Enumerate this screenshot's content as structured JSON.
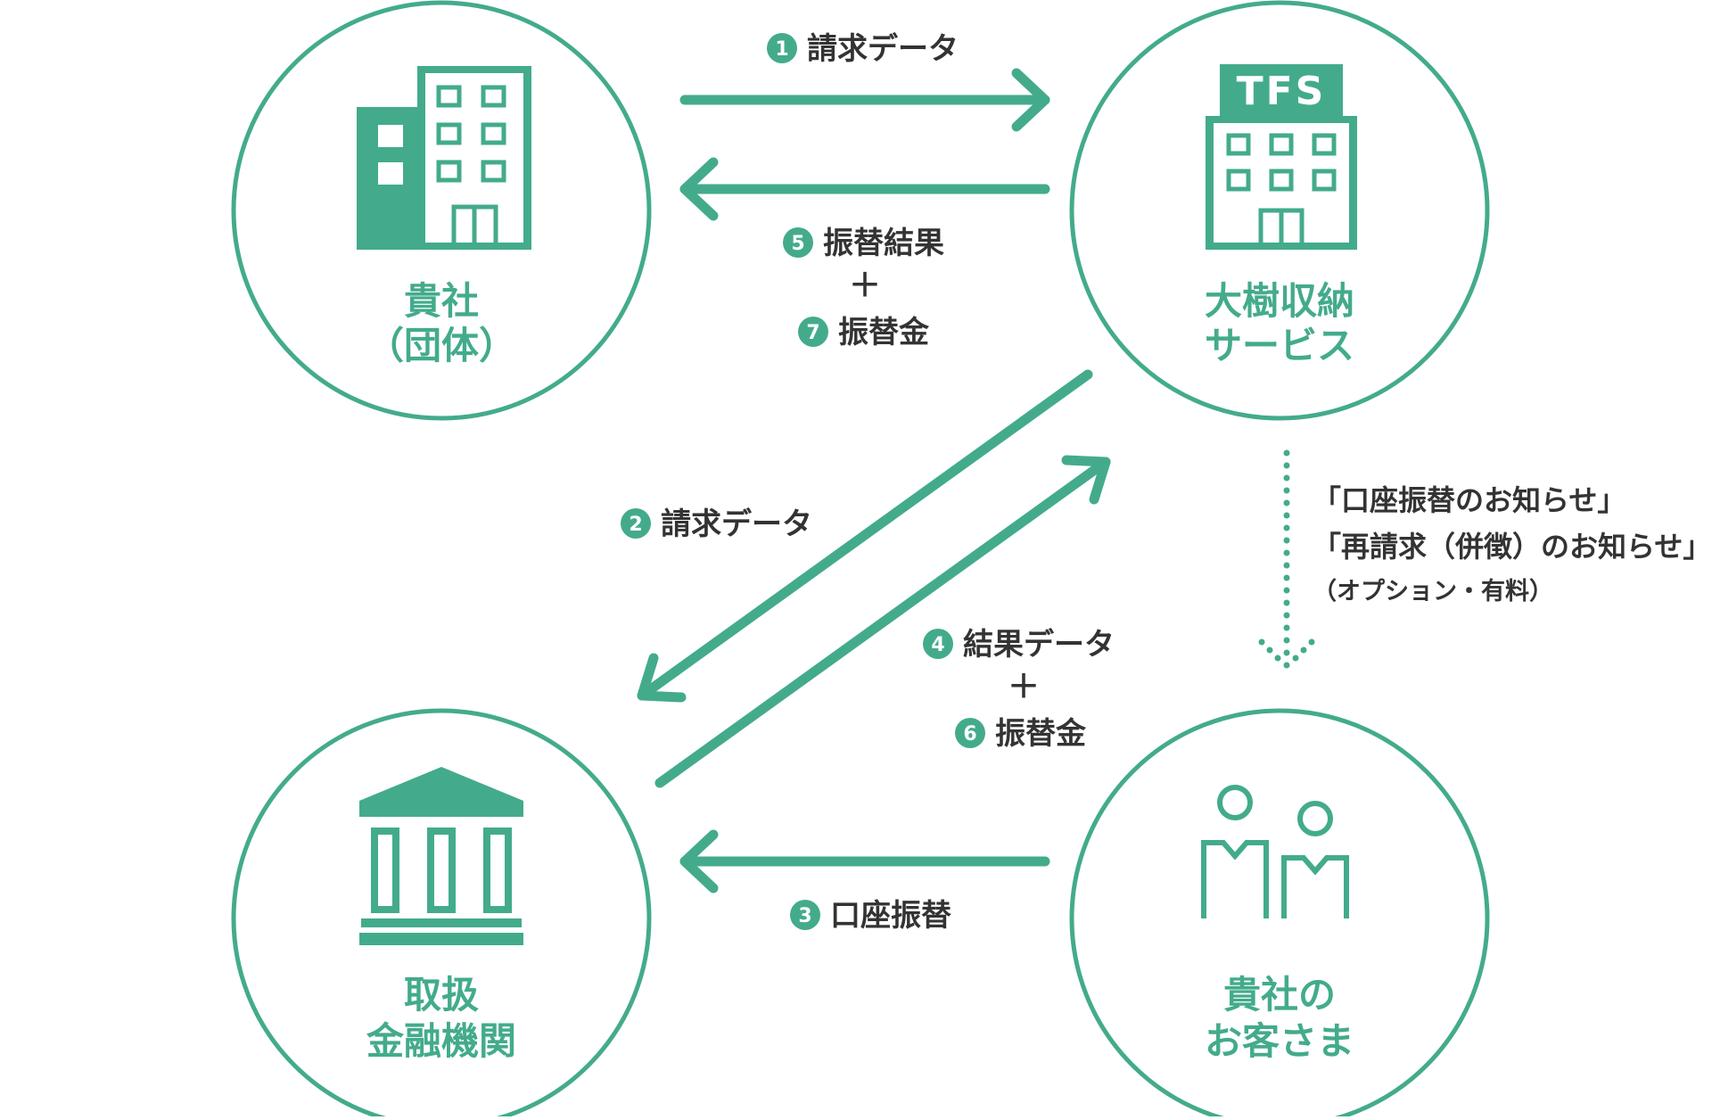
{
  "colors": {
    "accent": "#43ab8c",
    "text": "#333333",
    "background": "#ffffff"
  },
  "nodes": {
    "company": {
      "line1": "貴社",
      "line2": "（団体）",
      "icon": "office-building-icon"
    },
    "tfs": {
      "line1": "大樹収納",
      "line2": "サービス",
      "sign": "TFS",
      "icon": "tfs-building-icon"
    },
    "bank": {
      "line1": "取扱",
      "line2": "金融機関",
      "icon": "bank-icon"
    },
    "customers": {
      "line1": "貴社の",
      "line2": "お客さま",
      "icon": "people-icon"
    }
  },
  "flows": {
    "step1": {
      "num": "1",
      "label": "請求データ"
    },
    "step2": {
      "num": "2",
      "label": "請求データ"
    },
    "step3": {
      "num": "3",
      "label": "口座振替"
    },
    "step4": {
      "num": "4",
      "label": "結果データ"
    },
    "step5": {
      "num": "5",
      "label": "振替結果"
    },
    "step6": {
      "num": "6",
      "label": "振替金"
    },
    "step7": {
      "num": "7",
      "label": "振替金"
    },
    "plus": "＋"
  },
  "notice": {
    "line1": "「口座振替のお知らせ」",
    "line2": "「再請求（併徴）のお知らせ」",
    "line3": "（オプション・有料）"
  }
}
